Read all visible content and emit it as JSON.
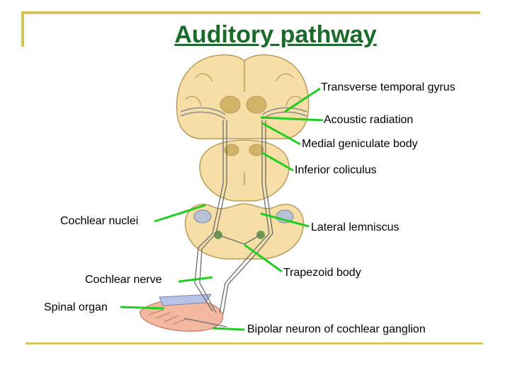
{
  "title": "Auditory pathway",
  "labels": {
    "transverse_temporal_gyrus": "Transverse  temporal gyrus",
    "acoustic_radiation": "Acoustic  radiation",
    "medial_geniculate_body": "Medial  geniculate body",
    "inferior_coliculus": "Inferior coliculus",
    "cochlear_nuclei": "Cochlear nuclei",
    "lateral_lemniscus": "Lateral lemniscus",
    "cochlear_nerve": "Cochlear nerve",
    "trapezoid_body": "Trapezoid body",
    "spinal_organ": "Spinal organ",
    "bipolar_neuron": "Bipolar neuron of cochlear ganglion"
  },
  "colors": {
    "frame": "#d8c35a",
    "title": "#1a6b2a",
    "leader_line": "#22cc22",
    "tissue": "#f6dfa6",
    "tissue_outline": "#b89a5a",
    "nucleus": "#d2b468"
  }
}
